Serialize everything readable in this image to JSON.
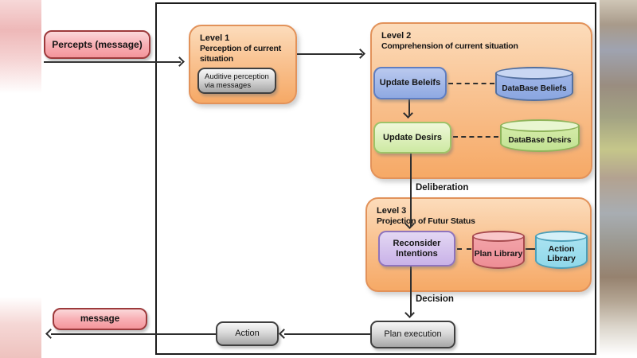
{
  "nodes": {
    "percepts": "Percepts (message)",
    "message": "message",
    "auditive": "Auditive perception via messages",
    "update_beliefs": "Update Beleifs",
    "db_beliefs": "DataBase Beliefs",
    "update_desires": "Update Desirs",
    "db_desires": "DataBase Desirs",
    "reconsider": "Reconsider Intentions",
    "plan_library": "Plan Library",
    "action_library": "Action Library",
    "plan_execution": "Plan execution",
    "action": "Action"
  },
  "levels": {
    "level1": {
      "title": "Level 1",
      "subtitle": "Perception of current situation"
    },
    "level2": {
      "title": "Level 2",
      "subtitle": "Comprehension of current situation"
    },
    "level3": {
      "title": "Level 3",
      "subtitle": "Projection of Futur Status"
    }
  },
  "flow_labels": {
    "deliberation": "Deliberation",
    "decision": "Decision"
  },
  "palette": {
    "frame_border": "#1c1c1c",
    "line": "#2f2f2f",
    "orange_top": "#fcdcbb",
    "orange_bottom": "#f6a966",
    "orange_border": "#e2925a",
    "pink_bottom": "#f4959b",
    "pink_border": "#9d3a3c",
    "gray_top": "#f7f7f7",
    "gray_bottom": "#a6a6a6",
    "gray_border": "#3f3f3f",
    "blue_top": "#bac9ee",
    "blue_bottom": "#8fa9e2",
    "blue_border": "#5f7ec2",
    "green_top": "#eff8da",
    "green_bottom": "#cde9a2",
    "green_border": "#9ec368",
    "purple_top": "#e3d7f3",
    "purple_bottom": "#c9b2e8",
    "purple_border": "#8f74bd",
    "cyl_blue_cap": "#c9d7f3",
    "cyl_blue_border": "#54709f",
    "cyl_green_cap": "#e9f6d1",
    "cyl_green_border": "#8fb45a",
    "cyl_pink_cap": "#f9c7ca",
    "cyl_pink_border": "#a84a4e",
    "cyl_cyan_cap": "#d4f0f8",
    "cyl_cyan_border": "#4d9fb8",
    "left_accent_pink": "#eeb8b8"
  }
}
